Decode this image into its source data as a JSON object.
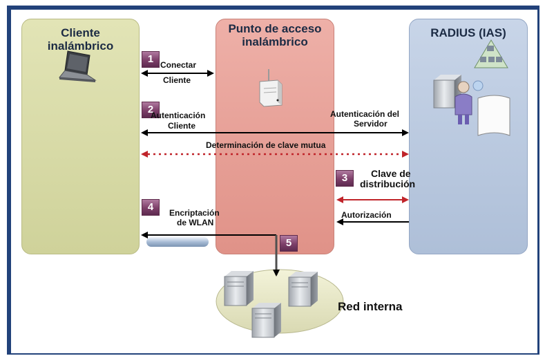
{
  "columns": {
    "client": "Cliente\ninalámbrico",
    "access_point": "Punto de acceso\ninalámbrico",
    "radius": "RADIUS (IAS)"
  },
  "steps": [
    "1",
    "2",
    "3",
    "4",
    "5"
  ],
  "labels": {
    "conectar": "Conectar",
    "cliente1": "Cliente",
    "autenticacion_cliente_line1": "Autenticación",
    "autenticacion_cliente_line2": "Cliente",
    "autenticacion_servidor_line1": "Autenticación del",
    "autenticacion_servidor_line2": "Servidor",
    "determinacion": "Determinación de clave mutua",
    "clave_line1": "Clave de",
    "clave_line2": "distribución",
    "autorizacion": "Autorización",
    "encriptacion_line1": "Encriptación",
    "encriptacion_line2": "de WLAN",
    "red_interna": "Red interna"
  },
  "colors": {
    "frame": "#22427a",
    "client_column": "#d7d9a6",
    "access_point_column": "#e7a39b",
    "radius_column": "#bccbe0",
    "arrow_black": "#000000",
    "arrow_red": "#c0242a",
    "step_badge": "#7d3f69"
  }
}
